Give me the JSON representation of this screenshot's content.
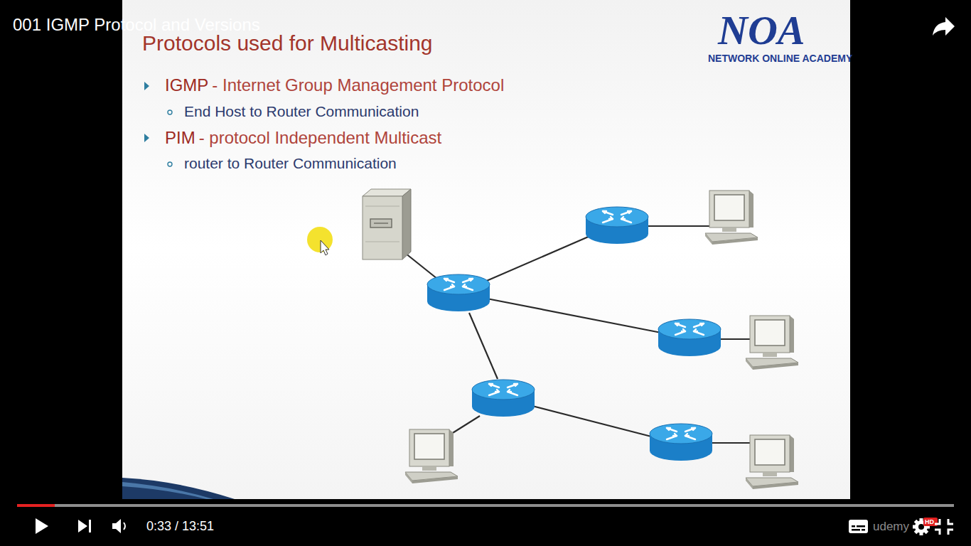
{
  "diagram": {
    "title": "Protocols used for Multicasting",
    "labels": [
      "001 IGMP Protocol and Versions",
      "NOA",
      "NETWORK ONLINE ACADEMY",
      "IGMP",
      "- Internet Group Management Protocol",
      "End Host to Router Communication",
      "PIM",
      "- protocol Independent Multicast",
      "router to Router Communication",
      "0:33 / 13:51",
      "HD",
      "udemy"
    ]
  }
}
